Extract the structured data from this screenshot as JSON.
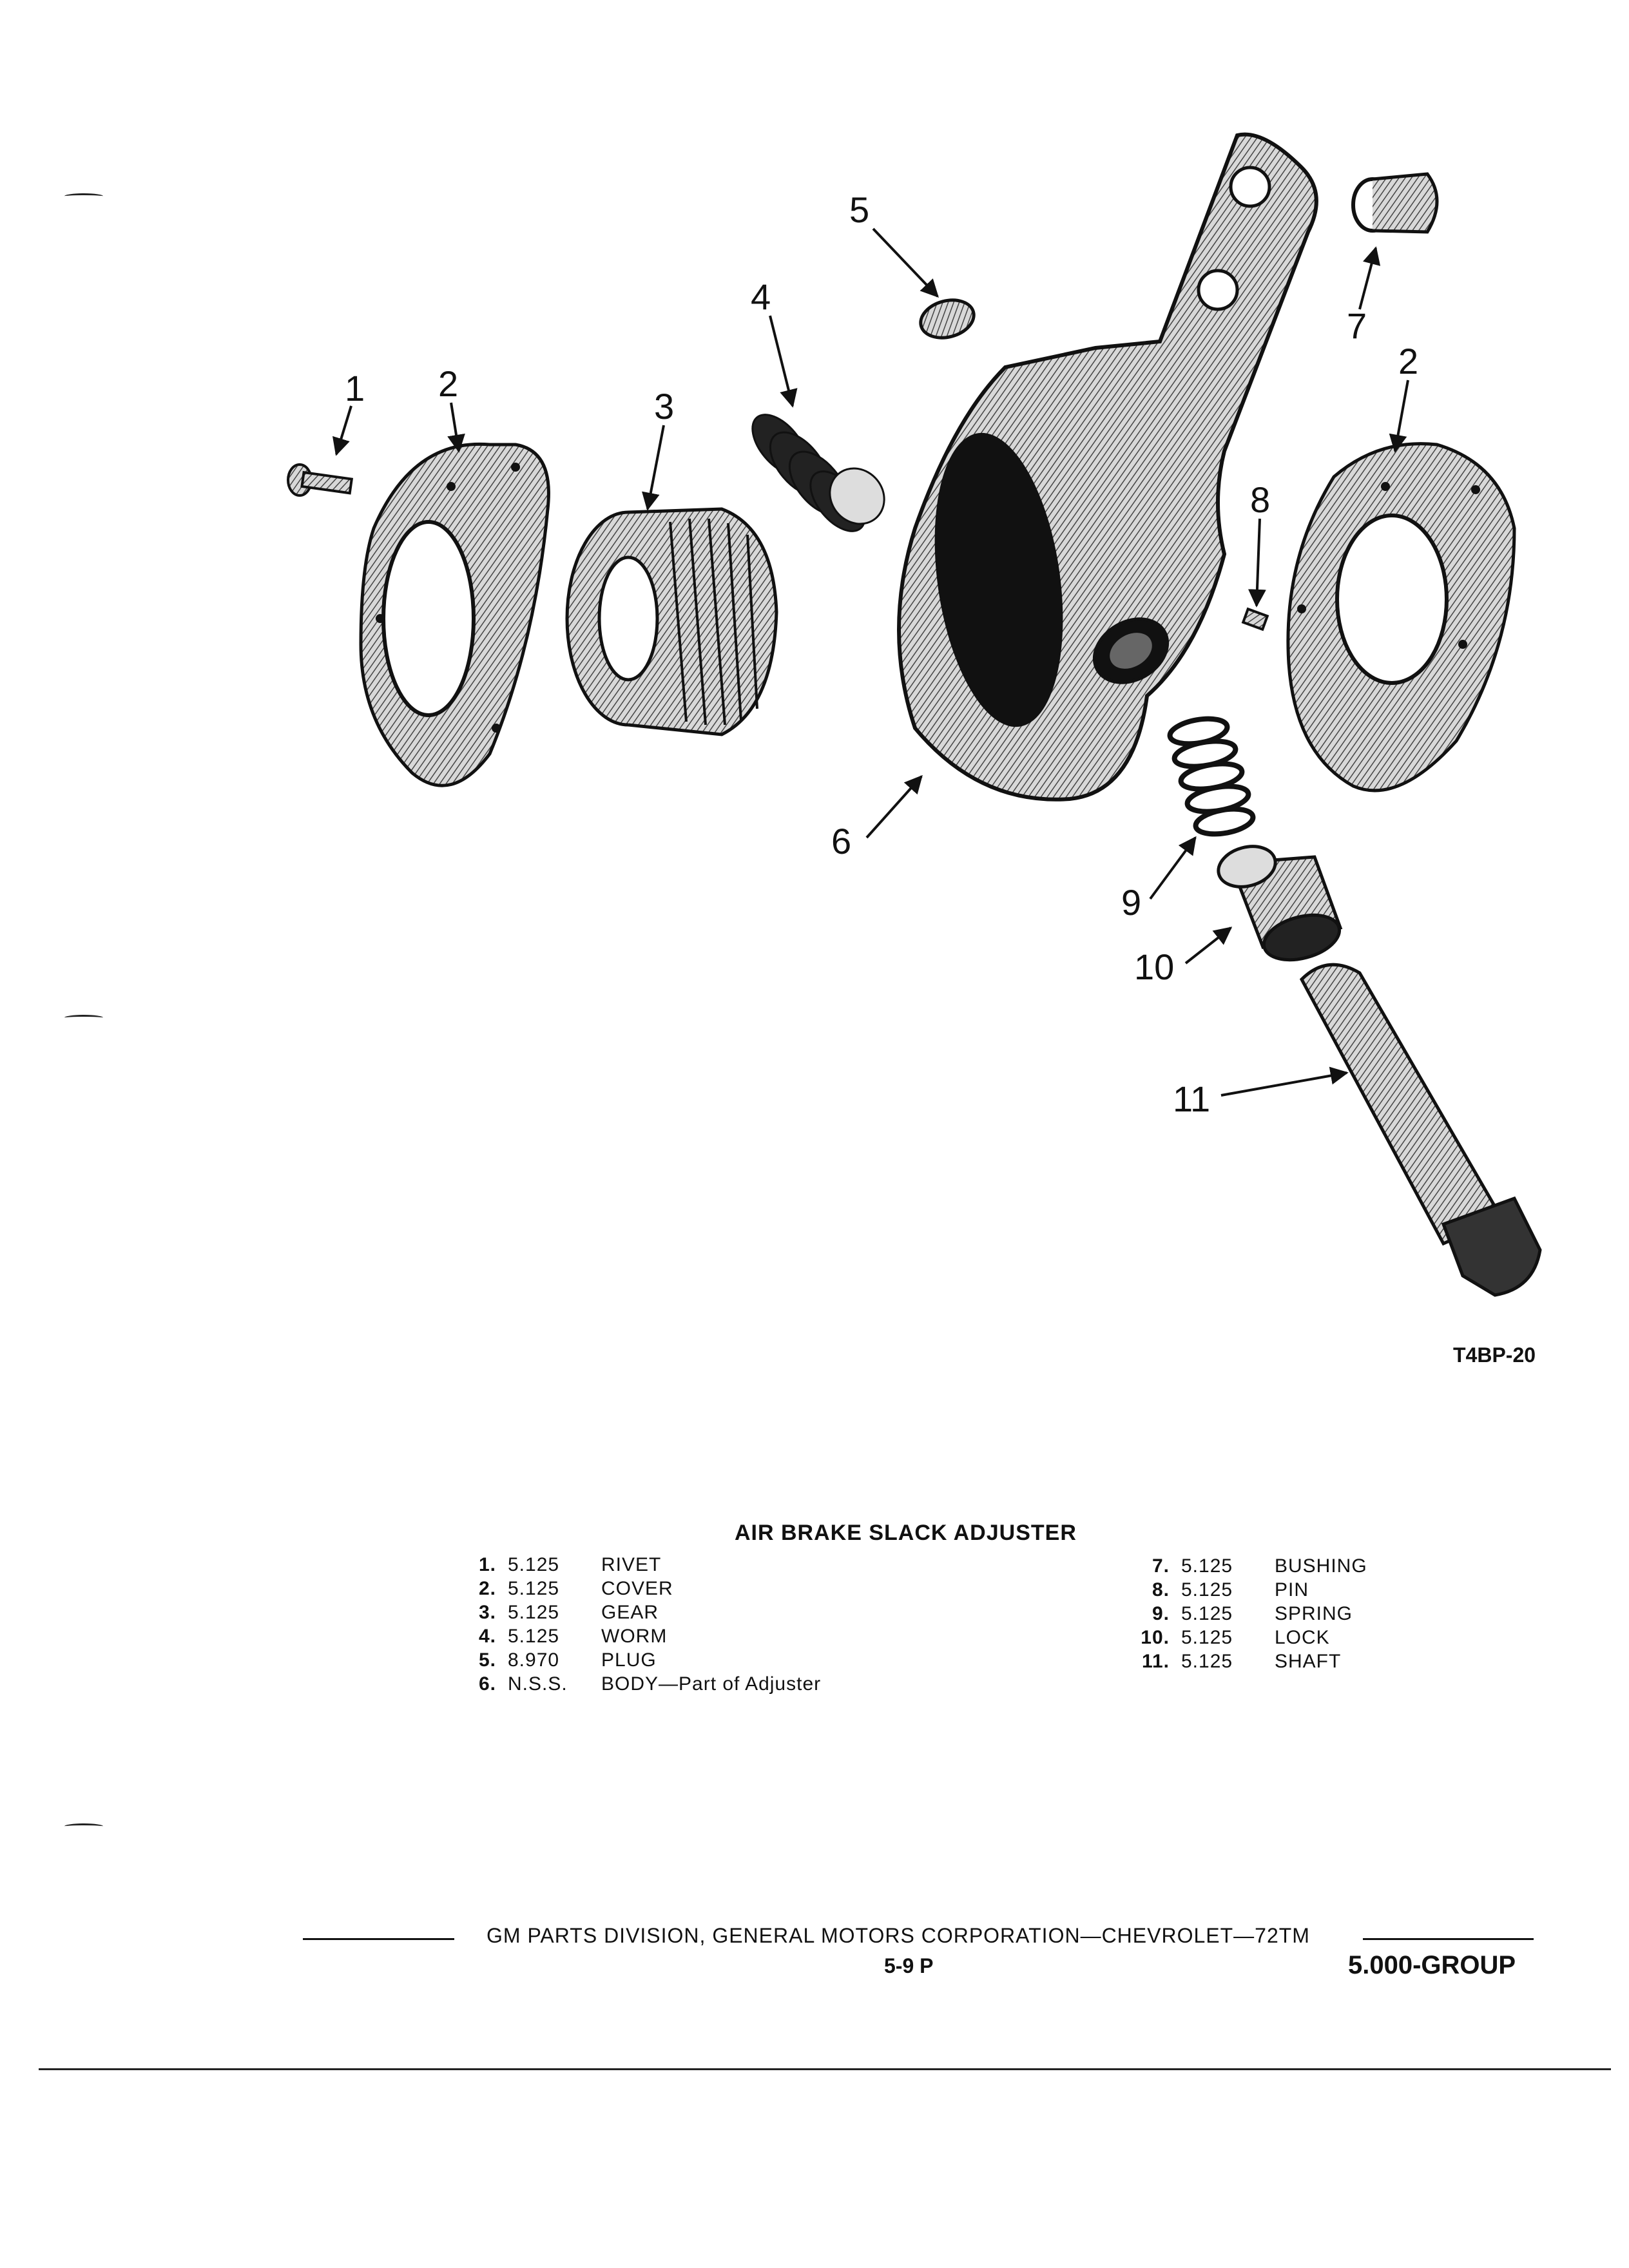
{
  "figure": {
    "callouts": [
      "1",
      "2",
      "3",
      "4",
      "5",
      "6",
      "7",
      "8",
      "9",
      "10",
      "11"
    ],
    "figure_id": "T4BP-20"
  },
  "legend": {
    "title": "AIR BRAKE SLACK ADJUSTER",
    "left_items": [
      {
        "num": "1.",
        "code": "5.125",
        "name": "RIVET"
      },
      {
        "num": "2.",
        "code": "5.125",
        "name": "COVER"
      },
      {
        "num": "3.",
        "code": "5.125",
        "name": "GEAR"
      },
      {
        "num": "4.",
        "code": "5.125",
        "name": "WORM"
      },
      {
        "num": "5.",
        "code": "8.970",
        "name": "PLUG"
      },
      {
        "num": "6.",
        "code": "N.S.S.",
        "name": "BODY—Part of Adjuster"
      }
    ],
    "right_items": [
      {
        "num": "7.",
        "code": "5.125",
        "name": "BUSHING"
      },
      {
        "num": "8.",
        "code": "5.125",
        "name": "PIN"
      },
      {
        "num": "9.",
        "code": "5.125",
        "name": "SPRING"
      },
      {
        "num": "10.",
        "code": "5.125",
        "name": "LOCK"
      },
      {
        "num": "11.",
        "code": "5.125",
        "name": "SHAFT"
      }
    ]
  },
  "footer": {
    "publisher": "GM PARTS DIVISION, GENERAL MOTORS CORPORATION—CHEVROLET—72TM",
    "page": "5-9 P",
    "group": "5.000-GROUP"
  }
}
